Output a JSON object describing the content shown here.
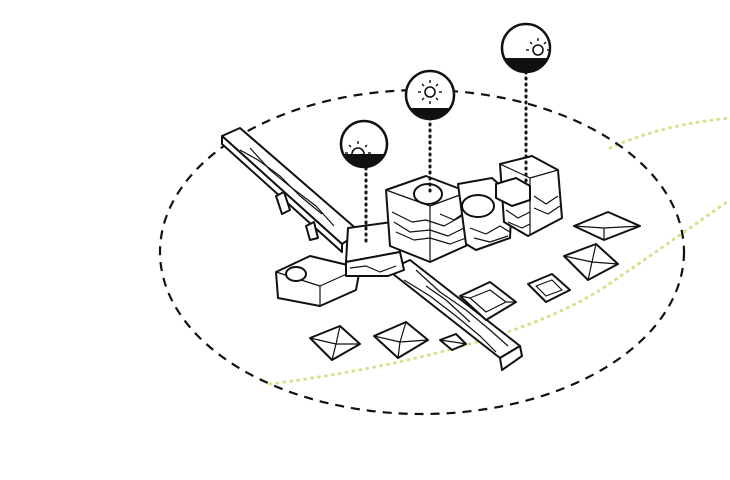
{
  "figure": {
    "description_labels": [],
    "site_boundary_style": "dashed-ellipse",
    "path_style": "dotted",
    "colors": {
      "ink": "#111111",
      "background": "#ffffff",
      "sun_path": "#d7e08a"
    },
    "sun_markers": [
      {
        "name": "low-sun",
        "fill_level": 0.35
      },
      {
        "name": "high-sun",
        "fill_level": 0.2
      },
      {
        "name": "mid-sun",
        "fill_level": 0.25
      }
    ],
    "icons": [
      "sun-icon",
      "sun-icon",
      "sun-icon"
    ]
  }
}
